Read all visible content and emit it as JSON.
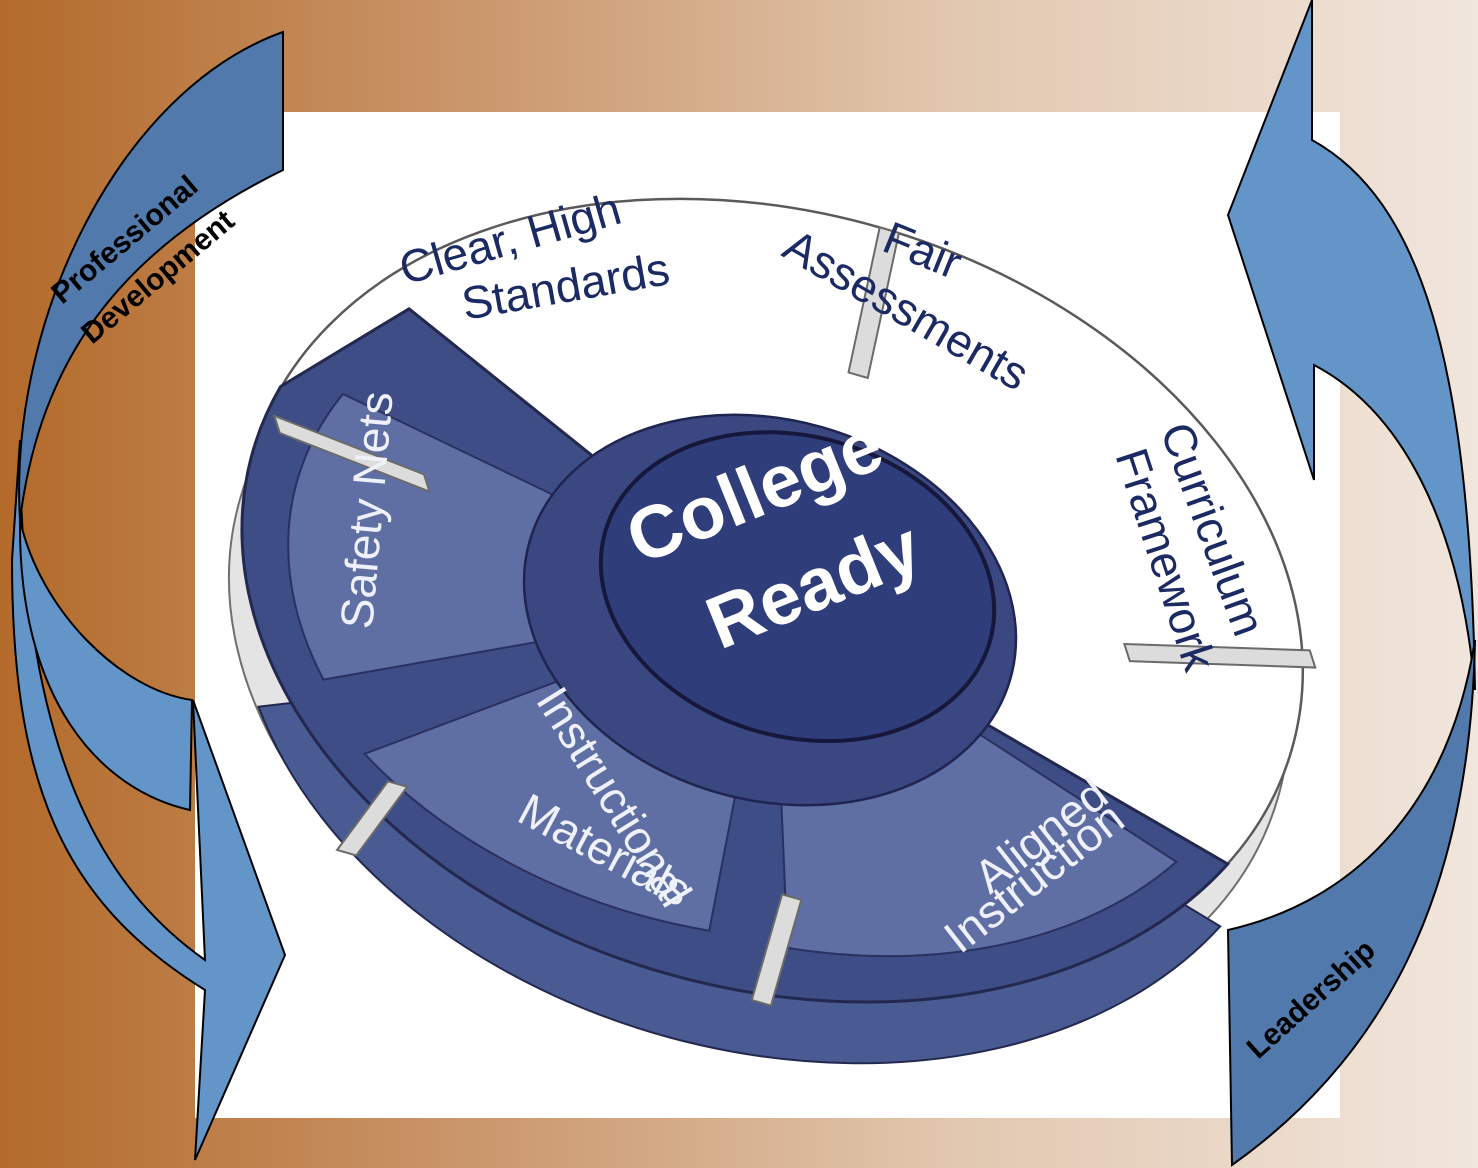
{
  "hub": {
    "line1": "College",
    "line2": "Ready"
  },
  "segments": {
    "standards": {
      "line1": "Clear, High",
      "line2": "Standards"
    },
    "assessments": {
      "line1": "Fair",
      "line2": "Assessments"
    },
    "curriculum": {
      "line1": "Curriculum",
      "line2": "Framework"
    },
    "safety": {
      "label": "Safety Nets"
    },
    "materials": {
      "line1": "Instructional",
      "line2": "Materials"
    },
    "instruction": {
      "line1": "Aligned",
      "line2": "Instruction"
    }
  },
  "arrows": {
    "left": {
      "line1": "Professional",
      "line2": "Development"
    },
    "right": {
      "label": "Leadership"
    }
  },
  "colors": {
    "background_left": "#b36a2a",
    "background_right": "#f1e6dd",
    "segment_navy": "#3f4d86",
    "arrow_blue": "#6395c9"
  }
}
